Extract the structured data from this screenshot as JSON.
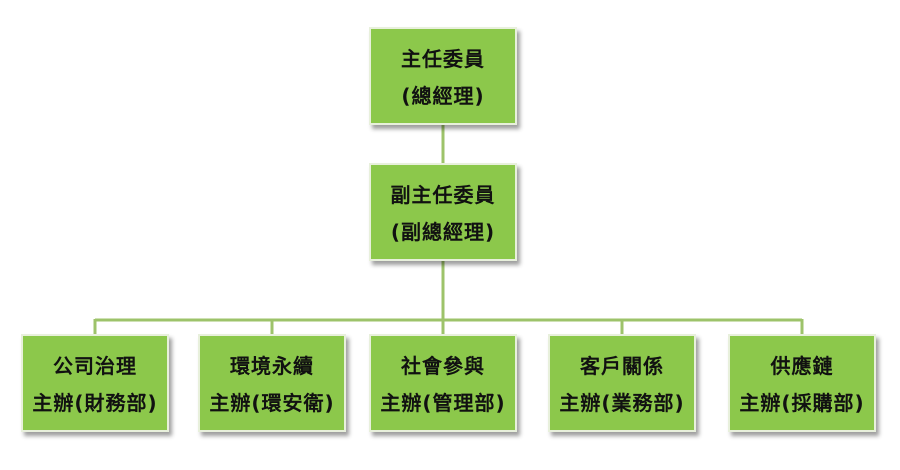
{
  "colors": {
    "box_fill": "#8cc84b",
    "connector": "#9dc36a"
  },
  "chart": {
    "root": {
      "title": "主任委員",
      "subtitle": "(總經理)"
    },
    "deputy": {
      "title": "副主任委員",
      "subtitle": "(副總經理)"
    },
    "branches": [
      {
        "title": "公司治理",
        "subtitle": "主辦(財務部)"
      },
      {
        "title": "環境永續",
        "subtitle": "主辦(環安衛)"
      },
      {
        "title": "社會參與",
        "subtitle": "主辦(管理部)"
      },
      {
        "title": "客戶關係",
        "subtitle": "主辦(業務部)"
      },
      {
        "title": "供應鏈",
        "subtitle": "主辦(採購部)"
      }
    ]
  }
}
